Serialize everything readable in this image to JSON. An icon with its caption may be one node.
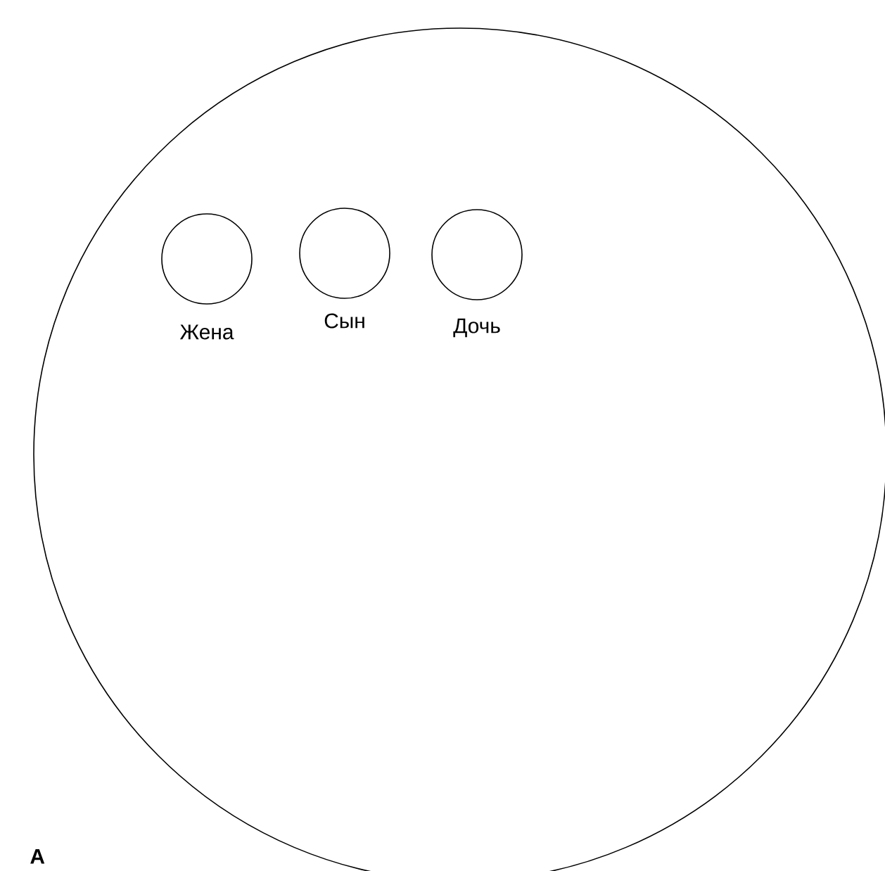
{
  "diagram": {
    "nodes": [
      {
        "text": [],
        "shape": "circle"
      },
      {
        "text": [
          "Жена"
        ],
        "in": 0
      },
      {
        "text": [
          "Сын"
        ],
        "in": 0
      },
      {
        "text": [
          "Дочь"
        ],
        "in": 0
      }
    ],
    "labels": [
      "А"
    ]
  }
}
